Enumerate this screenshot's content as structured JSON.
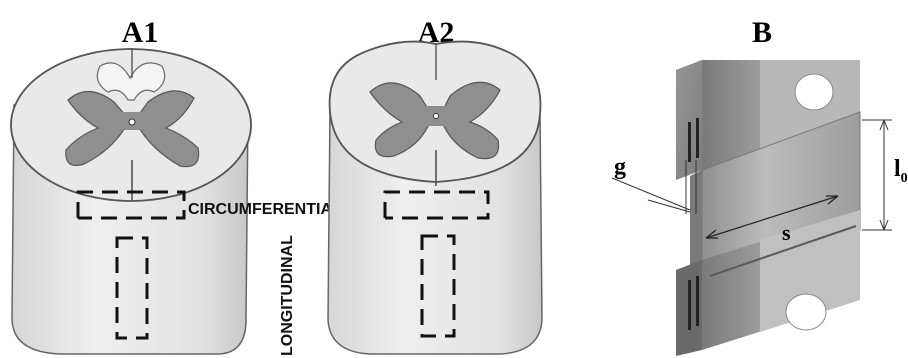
{
  "panels": {
    "a1": {
      "title": "A1"
    },
    "a2": {
      "title": "A2"
    },
    "b": {
      "title": "B"
    }
  },
  "labels": {
    "circumferential": "CIRCUMFERENTIAL",
    "longitudinal": "LONGITUDINAL"
  },
  "dimensions": {
    "gap": "g",
    "width": "s",
    "length": "l",
    "length_subscript": "0"
  }
}
